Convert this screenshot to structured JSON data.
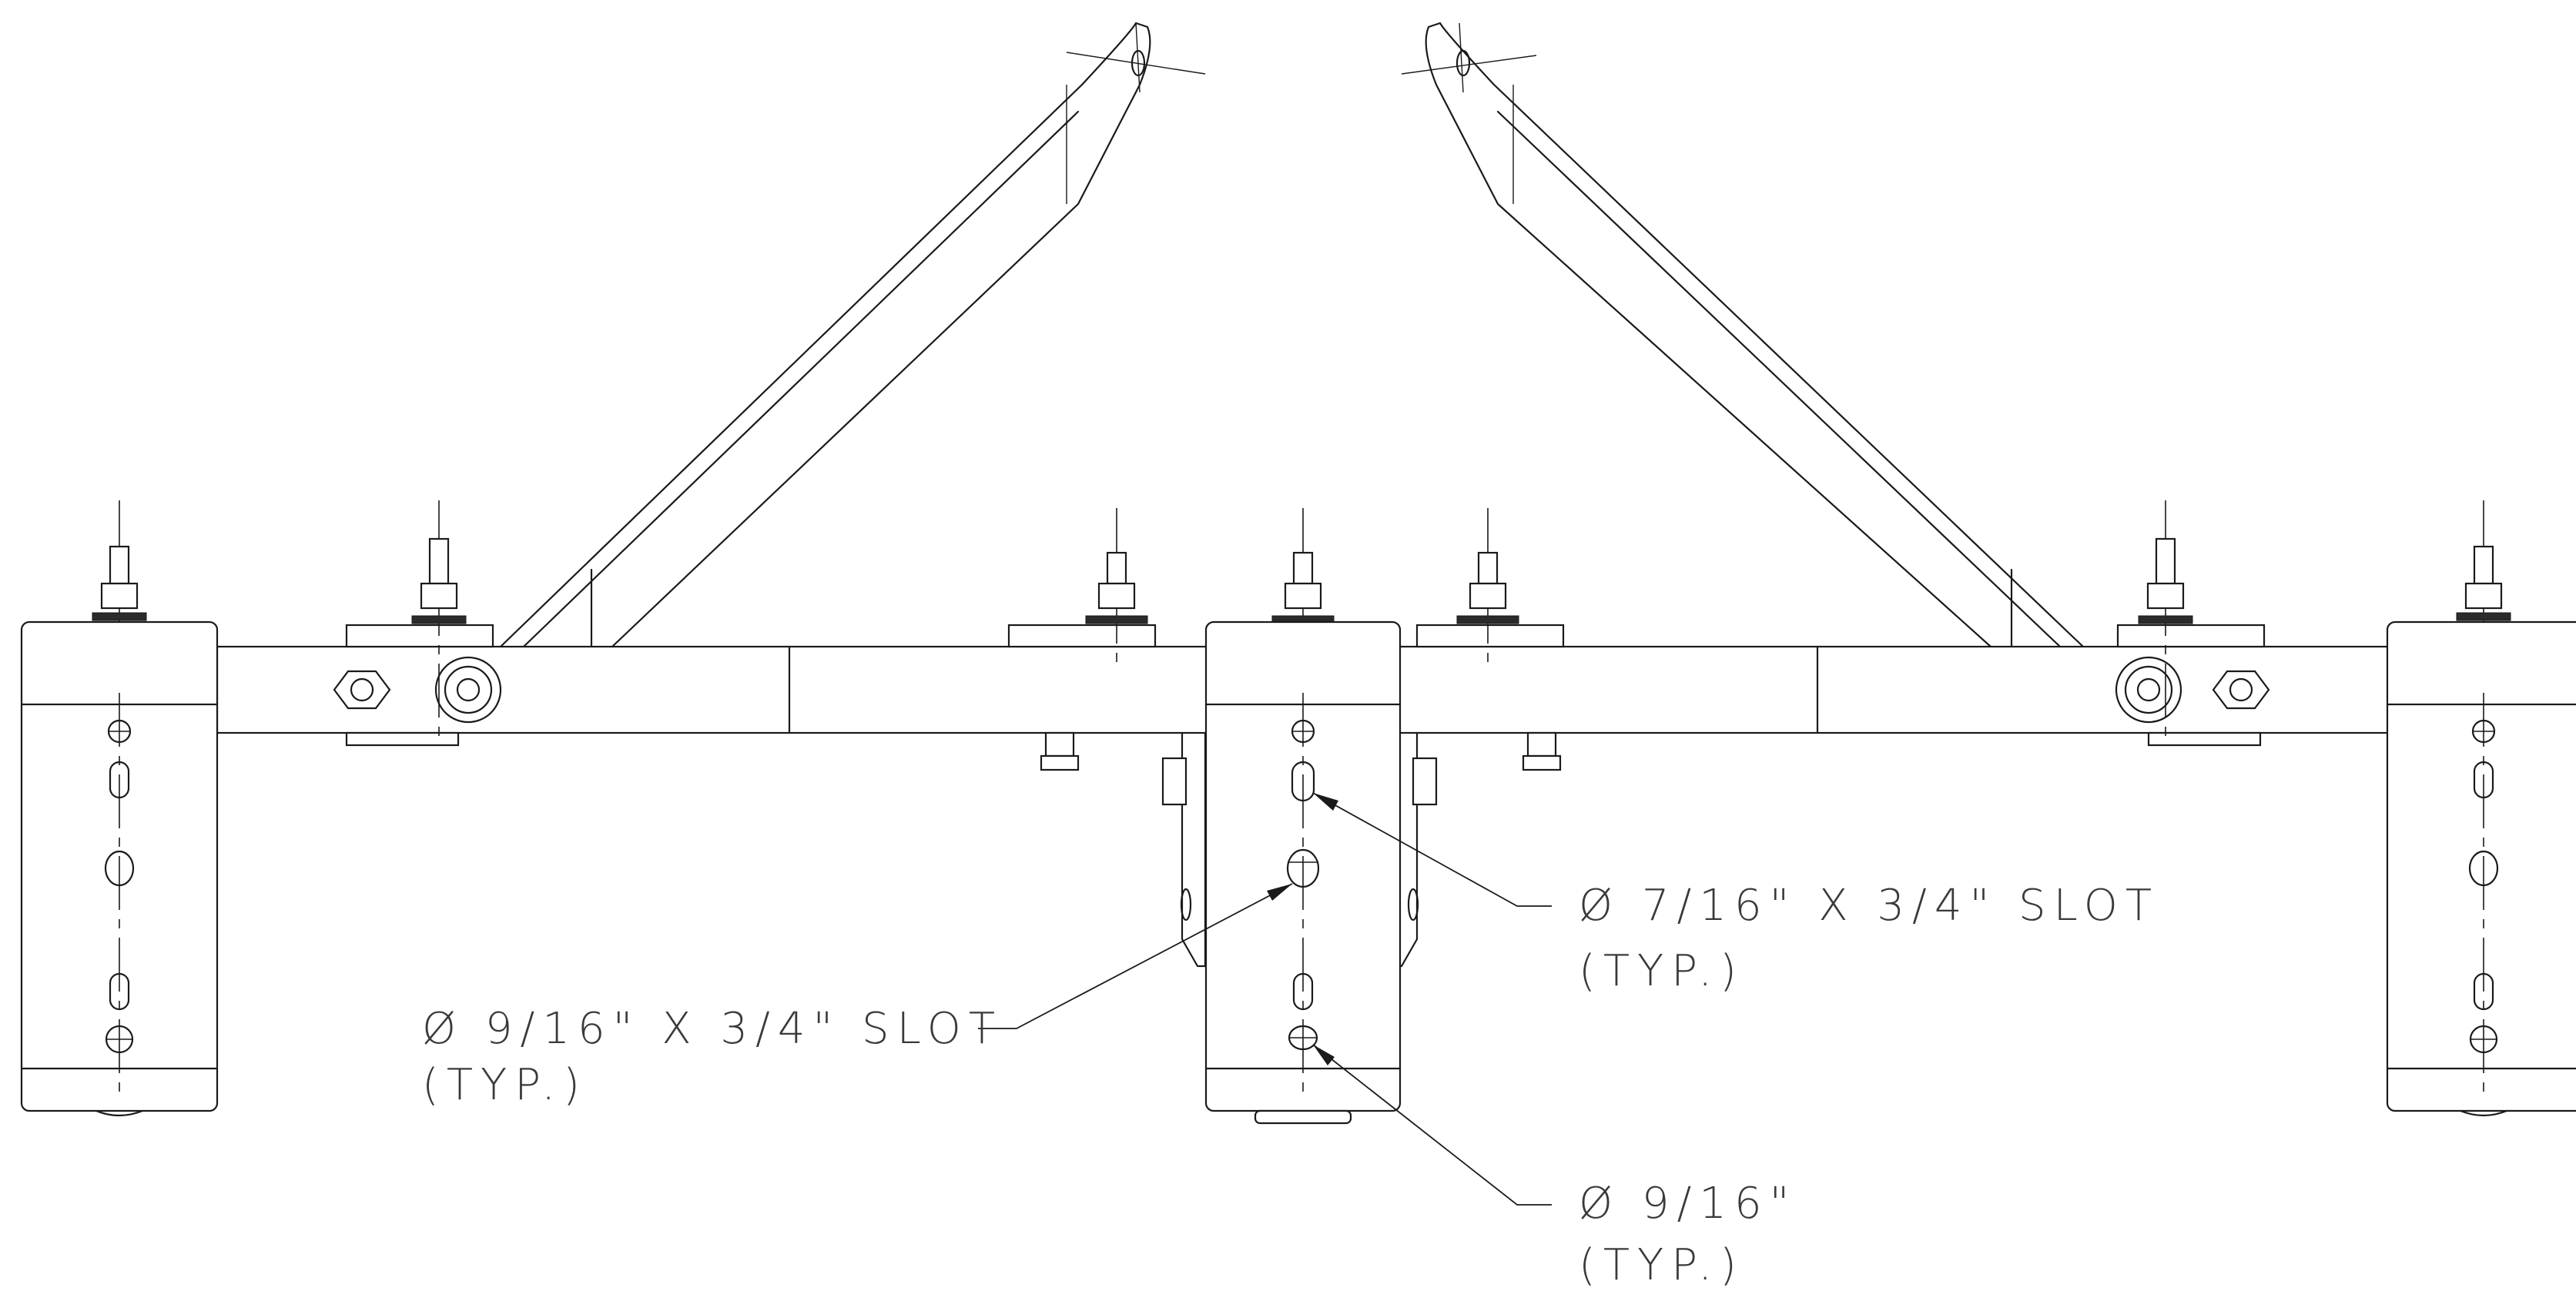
{
  "drawing": {
    "callouts": [
      {
        "line1": "Ø 7/16\" X 3/4\" SLOT",
        "line2": "(TYP.)"
      },
      {
        "line1": "Ø 9/16\" X 3/4\" SLOT",
        "line2": "(TYP.)"
      },
      {
        "line1": "Ø 9/16\"",
        "line2": "(TYP.)"
      }
    ]
  }
}
